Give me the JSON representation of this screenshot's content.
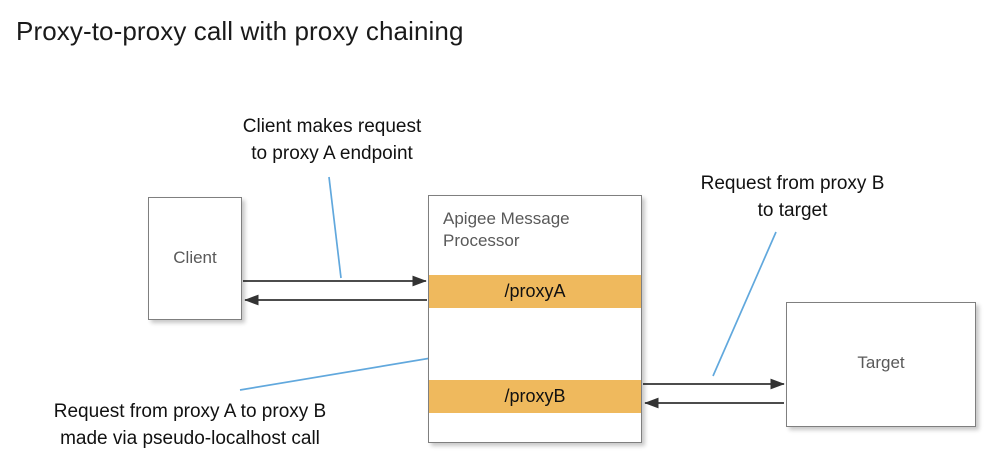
{
  "page": {
    "title": "Proxy-to-proxy call with proxy chaining",
    "background_color": "#ffffff"
  },
  "palette": {
    "proxy_band": "#efb95d",
    "box_border": "#7f7f7f",
    "box_label_text": "#595959",
    "arrow": "#333333",
    "leader_line": "#61a8dd",
    "title_text": "#1a1a1a"
  },
  "nodes": {
    "client": {
      "label": "Client"
    },
    "target": {
      "label": "Target"
    },
    "message_processor": {
      "label": "Apigee Message\nProcessor",
      "bands": [
        {
          "label": "/proxyA"
        },
        {
          "label": "/proxyB"
        }
      ]
    }
  },
  "callouts": [
    {
      "id": "client-request",
      "text": "Client makes request\nto proxy A endpoint"
    },
    {
      "id": "proxyb-to-target",
      "text": "Request from proxy B\nto target"
    },
    {
      "id": "proxy-chaining",
      "text": "Request from proxy A to proxy B\nmade via pseudo-localhost call"
    }
  ],
  "connections": [
    {
      "id": "client-to-proxya",
      "from": "client",
      "to": "/proxyA",
      "direction": "right"
    },
    {
      "id": "proxya-to-client",
      "from": "/proxyA",
      "to": "client",
      "direction": "left"
    },
    {
      "id": "proxya-to-proxyb",
      "from": "/proxyA",
      "to": "/proxyB",
      "direction": "down"
    },
    {
      "id": "proxyb-to-proxya",
      "from": "/proxyB",
      "to": "/proxyA",
      "direction": "up"
    },
    {
      "id": "proxyb-to-target",
      "from": "/proxyB",
      "to": "target",
      "direction": "right"
    },
    {
      "id": "target-to-proxyb",
      "from": "target",
      "to": "/proxyB",
      "direction": "left"
    }
  ]
}
